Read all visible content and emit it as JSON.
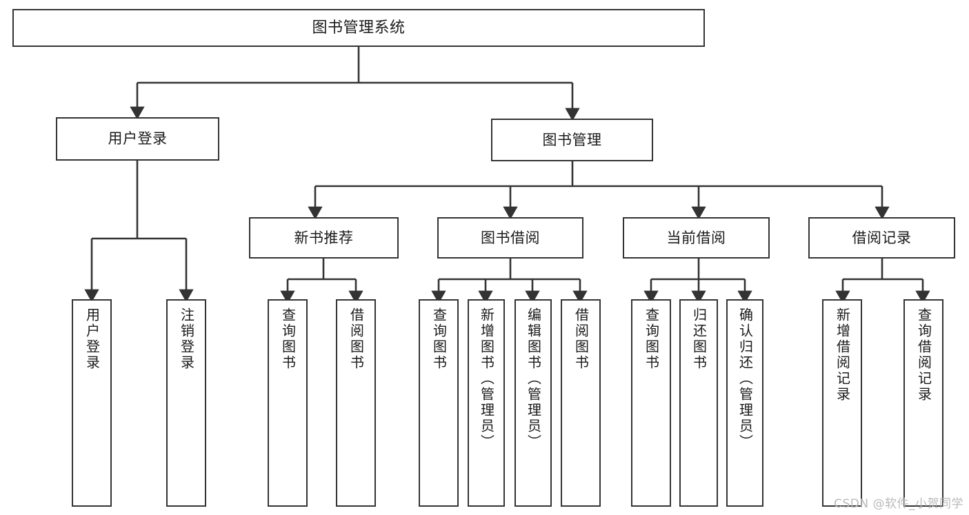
{
  "diagram": {
    "title": "图书管理系统",
    "type": "hierarchy-tree",
    "stroke_color": "#333333",
    "fill_color": "#ffffff",
    "text_color": "#1a1a1a",
    "watermark": "CSDN @软件_小贺同学"
  },
  "nodes": {
    "root": {
      "label": "图书管理系统"
    },
    "level2": [
      {
        "label": "用户登录"
      },
      {
        "label": "图书管理"
      }
    ],
    "level3": [
      {
        "label": "新书推荐"
      },
      {
        "label": "图书借阅"
      },
      {
        "label": "当前借阅"
      },
      {
        "label": "借阅记录"
      }
    ],
    "leaves_user_login": [
      {
        "label": "用户登录"
      },
      {
        "label": "注销登录"
      }
    ],
    "leaves_new_book": [
      {
        "label": "查询图书"
      },
      {
        "label": "借阅图书"
      }
    ],
    "leaves_borrow": [
      {
        "label": "查询图书"
      },
      {
        "label": "新增图书（管理员）"
      },
      {
        "label": "编辑图书（管理员）"
      },
      {
        "label": "借阅图书"
      }
    ],
    "leaves_current": [
      {
        "label": "查询图书"
      },
      {
        "label": "归还图书"
      },
      {
        "label": "确认归还（管理员）"
      }
    ],
    "leaves_records": [
      {
        "label": "新增借阅记录"
      },
      {
        "label": "查询借阅记录"
      }
    ]
  }
}
